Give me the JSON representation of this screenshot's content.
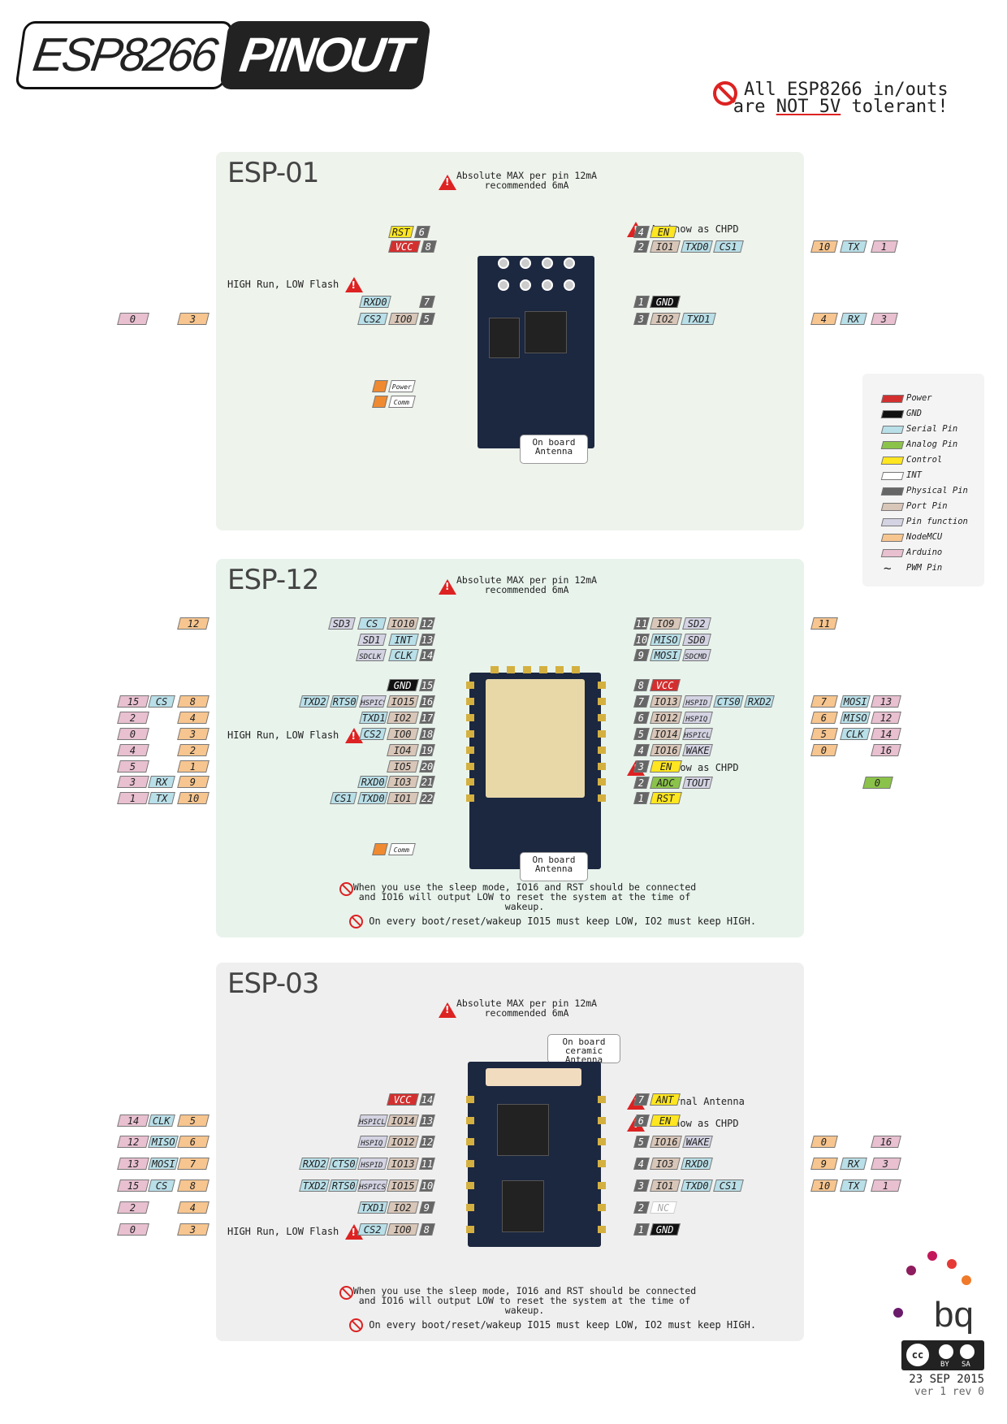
{
  "title": {
    "part1": "ESP8266",
    "part2": "PINOUT"
  },
  "warning_5v": {
    "line1": "All ESP8266 in/outs",
    "line2_a": "are ",
    "line2_u": "NOT 5V",
    "line2_b": " tolerant!"
  },
  "current_note": {
    "line1": "Absolute MAX per pin 12mA",
    "line2": "recommended 6mA"
  },
  "notes": {
    "chpd": "As know as CHPD",
    "highrun": "HIGH Run, LOW Flash",
    "ext_ant": "External Antenna",
    "sleep1": "When you use the sleep mode, IO16 and RST should be connected",
    "sleep2": "and IO16 will output LOW to reset the system at the time of wakeup.",
    "boot": "On every boot/reset/wakeup IO15 must keep LOW, IO2 must keep HIGH."
  },
  "callouts": {
    "antenna1": "On board",
    "antenna2": "Antenna",
    "ceramic1": "On board",
    "ceramic2": "ceramic Antenna",
    "power_led": "Power",
    "comm_led": "Comm"
  },
  "colors": {
    "power": "#d32f2f",
    "gnd": "#111111",
    "serial": "#b9dfe8",
    "analog": "#8bc34a",
    "control": "#ffe620",
    "int": "#ffffff",
    "physical": "#666666",
    "port": "#d8c6b8",
    "function": "#d3d3e3",
    "nodemcu": "#f7c58f",
    "arduino": "#e8c0d0",
    "panel_esp01": "#eef3ec",
    "panel_esp12": "#e8f3ec",
    "panel_esp03": "#efefef"
  },
  "legend": [
    {
      "label": "Power",
      "cls": "c-power"
    },
    {
      "label": "GND",
      "cls": "c-gnd"
    },
    {
      "label": "Serial Pin",
      "cls": "c-serial"
    },
    {
      "label": "Analog Pin",
      "cls": "c-analog"
    },
    {
      "label": "Control",
      "cls": "c-control"
    },
    {
      "label": "INT",
      "cls": "c-int"
    },
    {
      "label": "Physical Pin",
      "cls": "c-phys"
    },
    {
      "label": "Port Pin",
      "cls": "c-port"
    },
    {
      "label": "Pin function",
      "cls": "c-func"
    },
    {
      "label": "NodeMCU",
      "cls": "c-node"
    },
    {
      "label": "Arduino",
      "cls": "c-ard"
    },
    {
      "label": "PWM Pin",
      "cls": "pwm"
    }
  ],
  "esp01": {
    "name": "ESP-01",
    "tags": [
      {
        "t": "RST",
        "c": "c-control"
      },
      {
        "t": "6",
        "c": "c-phys"
      },
      {
        "t": "VCC",
        "c": "c-power"
      },
      {
        "t": "8",
        "c": "c-phys"
      },
      {
        "t": "RXD0",
        "c": "c-serial"
      },
      {
        "t": "7",
        "c": "c-phys"
      },
      {
        "t": "CS2",
        "c": "c-serial"
      },
      {
        "t": "IO0",
        "c": "c-port"
      },
      {
        "t": "5",
        "c": "c-phys"
      },
      {
        "t": "4",
        "c": "c-phys"
      },
      {
        "t": "EN",
        "c": "c-control"
      },
      {
        "t": "2",
        "c": "c-phys"
      },
      {
        "t": "IO1",
        "c": "c-port"
      },
      {
        "t": "TXD0",
        "c": "c-serial"
      },
      {
        "t": "CS1",
        "c": "c-serial"
      },
      {
        "t": "1",
        "c": "c-phys"
      },
      {
        "t": "GND",
        "c": "c-gnd"
      },
      {
        "t": "3",
        "c": "c-phys"
      },
      {
        "t": "IO2",
        "c": "c-port"
      },
      {
        "t": "TXD1",
        "c": "c-serial"
      },
      {
        "t": "10",
        "c": "c-node"
      },
      {
        "t": "TX",
        "c": "c-serial"
      },
      {
        "t": "1",
        "c": "c-ard"
      },
      {
        "t": "4",
        "c": "c-node"
      },
      {
        "t": "RX",
        "c": "c-serial"
      },
      {
        "t": "3",
        "c": "c-ard"
      },
      {
        "t": "0",
        "c": "c-ard"
      },
      {
        "t": "3",
        "c": "c-node"
      }
    ]
  },
  "esp12": {
    "name": "ESP-12",
    "tags": [
      {
        "t": "SD3",
        "c": "c-func"
      },
      {
        "t": "CS",
        "c": "c-serial"
      },
      {
        "t": "IO10",
        "c": "c-port"
      },
      {
        "t": "12",
        "c": "c-phys"
      },
      {
        "t": "SD1",
        "c": "c-func"
      },
      {
        "t": "INT",
        "c": "c-serial"
      },
      {
        "t": "13",
        "c": "c-phys"
      },
      {
        "t": "SDCLK",
        "c": "c-func"
      },
      {
        "t": "CLK",
        "c": "c-serial"
      },
      {
        "t": "14",
        "c": "c-phys"
      },
      {
        "t": "11",
        "c": "c-phys"
      },
      {
        "t": "IO9",
        "c": "c-port"
      },
      {
        "t": "SD2",
        "c": "c-func"
      },
      {
        "t": "10",
        "c": "c-phys"
      },
      {
        "t": "MISO",
        "c": "c-serial"
      },
      {
        "t": "SD0",
        "c": "c-func"
      },
      {
        "t": "9",
        "c": "c-phys"
      },
      {
        "t": "MOSI",
        "c": "c-serial"
      },
      {
        "t": "SDCMD",
        "c": "c-func"
      },
      {
        "t": "12",
        "c": "c-node"
      },
      {
        "t": "11",
        "c": "c-node"
      },
      {
        "t": "GND",
        "c": "c-gnd"
      },
      {
        "t": "15",
        "c": "c-phys"
      },
      {
        "t": "TXD2",
        "c": "c-serial"
      },
      {
        "t": "RTS0",
        "c": "c-serial"
      },
      {
        "t": "HSPICS",
        "c": "c-func"
      },
      {
        "t": "IO15",
        "c": "c-port"
      },
      {
        "t": "16",
        "c": "c-phys"
      },
      {
        "t": "TXD1",
        "c": "c-serial"
      },
      {
        "t": "IO2",
        "c": "c-port"
      },
      {
        "t": "17",
        "c": "c-phys"
      },
      {
        "t": "CS2",
        "c": "c-serial"
      },
      {
        "t": "IO0",
        "c": "c-port"
      },
      {
        "t": "18",
        "c": "c-phys"
      },
      {
        "t": "IO4",
        "c": "c-port"
      },
      {
        "t": "19",
        "c": "c-phys"
      },
      {
        "t": "IO5",
        "c": "c-port"
      },
      {
        "t": "20",
        "c": "c-phys"
      },
      {
        "t": "RXD0",
        "c": "c-serial"
      },
      {
        "t": "IO3",
        "c": "c-port"
      },
      {
        "t": "21",
        "c": "c-phys"
      },
      {
        "t": "CS1",
        "c": "c-serial"
      },
      {
        "t": "TXD0",
        "c": "c-serial"
      },
      {
        "t": "IO1",
        "c": "c-port"
      },
      {
        "t": "22",
        "c": "c-phys"
      },
      {
        "t": "8",
        "c": "c-phys"
      },
      {
        "t": "VCC",
        "c": "c-power"
      },
      {
        "t": "7",
        "c": "c-phys"
      },
      {
        "t": "IO13",
        "c": "c-port"
      },
      {
        "t": "HSPID",
        "c": "c-func"
      },
      {
        "t": "CTS0",
        "c": "c-serial"
      },
      {
        "t": "RXD2",
        "c": "c-serial"
      },
      {
        "t": "6",
        "c": "c-phys"
      },
      {
        "t": "IO12",
        "c": "c-port"
      },
      {
        "t": "HSPIQ",
        "c": "c-func"
      },
      {
        "t": "5",
        "c": "c-phys"
      },
      {
        "t": "IO14",
        "c": "c-port"
      },
      {
        "t": "HSPICLK",
        "c": "c-func"
      },
      {
        "t": "4",
        "c": "c-phys"
      },
      {
        "t": "IO16",
        "c": "c-port"
      },
      {
        "t": "WAKE",
        "c": "c-func"
      },
      {
        "t": "3",
        "c": "c-phys"
      },
      {
        "t": "EN",
        "c": "c-control"
      },
      {
        "t": "2",
        "c": "c-phys"
      },
      {
        "t": "ADC",
        "c": "c-analog"
      },
      {
        "t": "TOUT",
        "c": "c-func"
      },
      {
        "t": "1",
        "c": "c-phys"
      },
      {
        "t": "RST",
        "c": "c-control"
      },
      {
        "t": "15",
        "c": "c-ard"
      },
      {
        "t": "CS",
        "c": "c-serial"
      },
      {
        "t": "8",
        "c": "c-node"
      },
      {
        "t": "2",
        "c": "c-ard"
      },
      {
        "t": "4",
        "c": "c-node"
      },
      {
        "t": "0",
        "c": "c-ard"
      },
      {
        "t": "3",
        "c": "c-node"
      },
      {
        "t": "4",
        "c": "c-ard"
      },
      {
        "t": "2",
        "c": "c-node"
      },
      {
        "t": "5",
        "c": "c-ard"
      },
      {
        "t": "1",
        "c": "c-node"
      },
      {
        "t": "3",
        "c": "c-ard"
      },
      {
        "t": "RX",
        "c": "c-serial"
      },
      {
        "t": "9",
        "c": "c-node"
      },
      {
        "t": "1",
        "c": "c-ard"
      },
      {
        "t": "TX",
        "c": "c-serial"
      },
      {
        "t": "10",
        "c": "c-node"
      },
      {
        "t": "7",
        "c": "c-node"
      },
      {
        "t": "MOSI",
        "c": "c-serial"
      },
      {
        "t": "13",
        "c": "c-ard"
      },
      {
        "t": "6",
        "c": "c-node"
      },
      {
        "t": "MISO",
        "c": "c-serial"
      },
      {
        "t": "12",
        "c": "c-ard"
      },
      {
        "t": "5",
        "c": "c-node"
      },
      {
        "t": "CLK",
        "c": "c-serial"
      },
      {
        "t": "14",
        "c": "c-ard"
      },
      {
        "t": "0",
        "c": "c-node"
      },
      {
        "t": "16",
        "c": "c-ard"
      },
      {
        "t": "0",
        "c": "c-analog"
      }
    ]
  },
  "esp03": {
    "name": "ESP-03",
    "tags": [
      {
        "t": "VCC",
        "c": "c-power"
      },
      {
        "t": "14",
        "c": "c-phys"
      },
      {
        "t": "HSPICLK",
        "c": "c-func"
      },
      {
        "t": "IO14",
        "c": "c-port"
      },
      {
        "t": "13",
        "c": "c-phys"
      },
      {
        "t": "HSPIQ",
        "c": "c-func"
      },
      {
        "t": "IO12",
        "c": "c-port"
      },
      {
        "t": "12",
        "c": "c-phys"
      },
      {
        "t": "RXD2",
        "c": "c-serial"
      },
      {
        "t": "CTS0",
        "c": "c-serial"
      },
      {
        "t": "HSPID",
        "c": "c-func"
      },
      {
        "t": "IO13",
        "c": "c-port"
      },
      {
        "t": "11",
        "c": "c-phys"
      },
      {
        "t": "TXD2",
        "c": "c-serial"
      },
      {
        "t": "RTS0",
        "c": "c-serial"
      },
      {
        "t": "HSPICS",
        "c": "c-func"
      },
      {
        "t": "IO15",
        "c": "c-port"
      },
      {
        "t": "10",
        "c": "c-phys"
      },
      {
        "t": "TXD1",
        "c": "c-serial"
      },
      {
        "t": "IO2",
        "c": "c-port"
      },
      {
        "t": "9",
        "c": "c-phys"
      },
      {
        "t": "CS2",
        "c": "c-serial"
      },
      {
        "t": "IO0",
        "c": "c-port"
      },
      {
        "t": "8",
        "c": "c-phys"
      },
      {
        "t": "7",
        "c": "c-phys"
      },
      {
        "t": "ANT",
        "c": "c-control"
      },
      {
        "t": "6",
        "c": "c-phys"
      },
      {
        "t": "EN",
        "c": "c-control"
      },
      {
        "t": "5",
        "c": "c-phys"
      },
      {
        "t": "IO16",
        "c": "c-port"
      },
      {
        "t": "WAKE",
        "c": "c-func"
      },
      {
        "t": "4",
        "c": "c-phys"
      },
      {
        "t": "IO3",
        "c": "c-port"
      },
      {
        "t": "RXD0",
        "c": "c-serial"
      },
      {
        "t": "3",
        "c": "c-phys"
      },
      {
        "t": "IO1",
        "c": "c-port"
      },
      {
        "t": "TXD0",
        "c": "c-serial"
      },
      {
        "t": "CS1",
        "c": "c-serial"
      },
      {
        "t": "2",
        "c": "c-phys"
      },
      {
        "t": "NC",
        "c": "c-nc"
      },
      {
        "t": "1",
        "c": "c-phys"
      },
      {
        "t": "GND",
        "c": "c-gnd"
      },
      {
        "t": "14",
        "c": "c-ard"
      },
      {
        "t": "CLK",
        "c": "c-serial"
      },
      {
        "t": "5",
        "c": "c-node"
      },
      {
        "t": "12",
        "c": "c-ard"
      },
      {
        "t": "MISO",
        "c": "c-serial"
      },
      {
        "t": "6",
        "c": "c-node"
      },
      {
        "t": "13",
        "c": "c-ard"
      },
      {
        "t": "MOSI",
        "c": "c-serial"
      },
      {
        "t": "7",
        "c": "c-node"
      },
      {
        "t": "15",
        "c": "c-ard"
      },
      {
        "t": "CS",
        "c": "c-serial"
      },
      {
        "t": "8",
        "c": "c-node"
      },
      {
        "t": "2",
        "c": "c-ard"
      },
      {
        "t": "4",
        "c": "c-node"
      },
      {
        "t": "0",
        "c": "c-ard"
      },
      {
        "t": "3",
        "c": "c-node"
      },
      {
        "t": "0",
        "c": "c-node"
      },
      {
        "t": "16",
        "c": "c-ard"
      },
      {
        "t": "9",
        "c": "c-node"
      },
      {
        "t": "RX",
        "c": "c-serial"
      },
      {
        "t": "3",
        "c": "c-ard"
      },
      {
        "t": "10",
        "c": "c-node"
      },
      {
        "t": "TX",
        "c": "c-serial"
      },
      {
        "t": "1",
        "c": "c-ard"
      }
    ]
  },
  "brand": "bq",
  "license": {
    "by": "BY",
    "sa": "SA"
  },
  "date": "23 SEP 2015",
  "version": "ver 1 rev 0"
}
